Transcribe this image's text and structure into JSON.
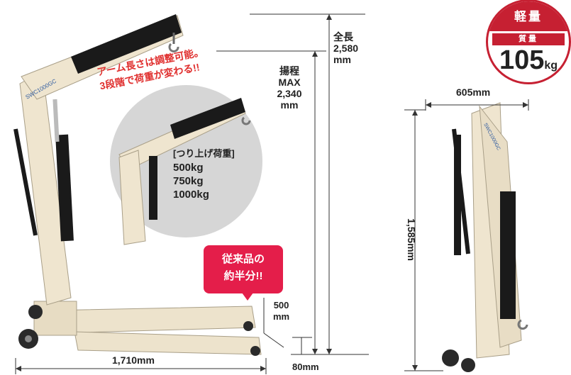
{
  "slogan": {
    "line1": "アーム長さは調整可能。",
    "line2": "3段階で荷重が変わる!!"
  },
  "capacity": {
    "title": "[つり上げ荷重]",
    "values": [
      "500kg",
      "750kg",
      "1000kg"
    ]
  },
  "badge": {
    "line1": "従来品の",
    "line2": "約半分!!"
  },
  "weight_badge": {
    "top": "軽量",
    "sub": "質量",
    "number": "105",
    "unit": "kg"
  },
  "dimensions": {
    "total_length_label": "全長",
    "total_length_value": "2,580",
    "total_length_unit": "mm",
    "lift_label1": "揚程",
    "lift_label2": "MAX",
    "lift_value": "2,340",
    "lift_unit": "mm",
    "leg_height_value": "500",
    "leg_height_unit": "mm",
    "ground_clearance": "80mm",
    "base_length": "1,710mm",
    "folded_width": "605mm",
    "folded_height": "1,585mm"
  },
  "brand_text": "SWC1000GC",
  "colors": {
    "accent_red": "#e41e4a",
    "frame": "#ede3cc",
    "black_parts": "#1a1a1a"
  }
}
